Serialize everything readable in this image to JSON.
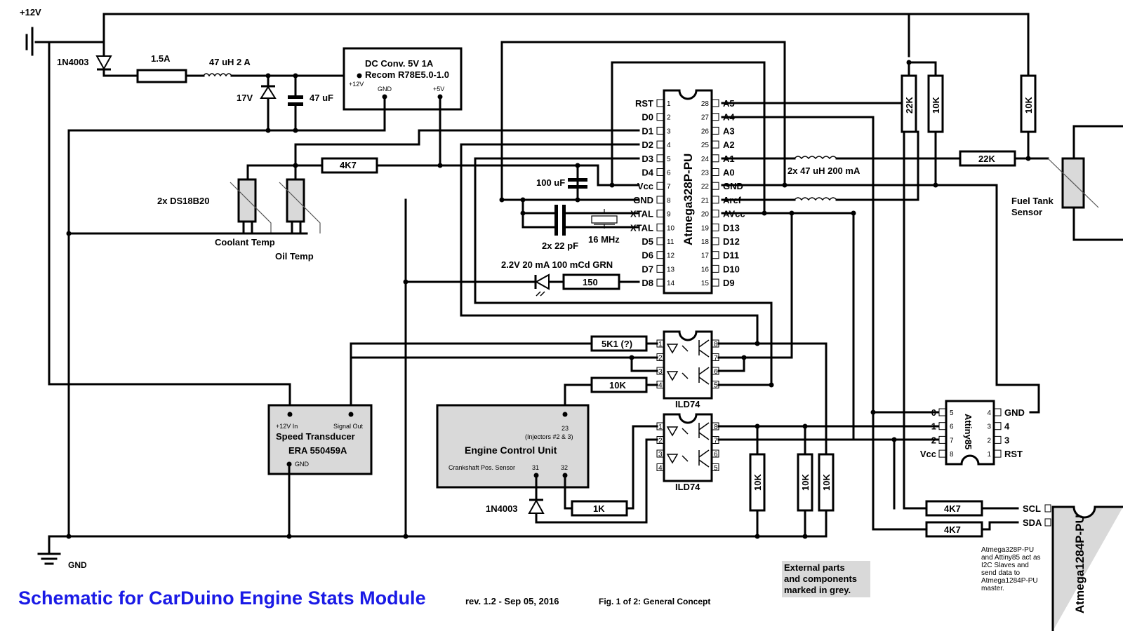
{
  "title": "Schematic for CarDuino Engine Stats Module",
  "revision": "rev. 1.2 - Sep 05, 2016",
  "figure": "Fig. 1 of 2: General Concept",
  "power": {
    "supply": "+12V",
    "ground": "GND",
    "diode": "1N4003",
    "fuse": "1.5A",
    "inductor": "47 uH 2 A",
    "zener": "17V",
    "cap": "47 uF"
  },
  "dc_converter": {
    "line1": "DC Conv. 5V 1A",
    "line2": "Recom R78E5.0-1.0",
    "pin_in": "+12V",
    "pin_gnd": "GND",
    "pin_out": "+5V"
  },
  "sensors": {
    "label": "2x DS18B20",
    "coolant": "Coolant Temp",
    "oil": "Oil Temp",
    "pullup": "4K7"
  },
  "mcu": {
    "name": "Atmega328P-PU",
    "left_pins": [
      {
        "n": "1",
        "l": "RST"
      },
      {
        "n": "2",
        "l": "D0"
      },
      {
        "n": "3",
        "l": "D1"
      },
      {
        "n": "4",
        "l": "D2"
      },
      {
        "n": "5",
        "l": "D3"
      },
      {
        "n": "6",
        "l": "D4"
      },
      {
        "n": "7",
        "l": "Vcc"
      },
      {
        "n": "8",
        "l": "GND"
      },
      {
        "n": "9",
        "l": "XTAL"
      },
      {
        "n": "10",
        "l": "XTAL"
      },
      {
        "n": "11",
        "l": "D5"
      },
      {
        "n": "12",
        "l": "D6"
      },
      {
        "n": "13",
        "l": "D7"
      },
      {
        "n": "14",
        "l": "D8"
      }
    ],
    "right_pins": [
      {
        "n": "28",
        "l": "A5"
      },
      {
        "n": "27",
        "l": "A4"
      },
      {
        "n": "26",
        "l": "A3"
      },
      {
        "n": "25",
        "l": "A2"
      },
      {
        "n": "24",
        "l": "A1"
      },
      {
        "n": "23",
        "l": "A0"
      },
      {
        "n": "22",
        "l": "GND"
      },
      {
        "n": "21",
        "l": "Aref"
      },
      {
        "n": "20",
        "l": "AVcc"
      },
      {
        "n": "19",
        "l": "D13"
      },
      {
        "n": "18",
        "l": "D12"
      },
      {
        "n": "17",
        "l": "D11"
      },
      {
        "n": "16",
        "l": "D10"
      },
      {
        "n": "15",
        "l": "D9"
      }
    ]
  },
  "passives": {
    "cap_100uf": "100 uF",
    "caps_22pf": "2x 22 pF",
    "crystal": "16 MHz",
    "led": "2.2V 20 mA 100 mCd GRN",
    "led_res": "150",
    "inductors": "2x 47 uH 200 mA",
    "r22k_a": "22K",
    "r10k_a": "10K",
    "r10k_b": "10K",
    "r22k_b": "22K",
    "fuel": "Fuel Tank\nSensor",
    "r5k1": "5K1 (?)",
    "r10k_c": "10K",
    "r1k": "1K",
    "diode2": "1N4003",
    "r10k_d": "10K",
    "r10k_e": "10K",
    "r10k_f": "10K",
    "r4k7_scl": "4K7",
    "r4k7_sda": "4K7"
  },
  "opto": {
    "name": "ILD74",
    "pins_left": [
      "1",
      "2",
      "3",
      "4"
    ],
    "pins_right": [
      "8",
      "7",
      "6",
      "5"
    ]
  },
  "speed": {
    "pin_in": "+12V In",
    "pin_sig": "Signal Out",
    "name": "Speed Transducer",
    "model": "ERA 550459A",
    "pin_gnd": "GND"
  },
  "ecu": {
    "pin23": "23",
    "pin23_desc": "(Injectors #2 & 3)",
    "name": "Engine Control Unit",
    "crank": "Crankshaft Pos. Sensor",
    "pin31": "31",
    "pin32": "32"
  },
  "attiny": {
    "name": "Attiny85",
    "left_pins": [
      {
        "n": "5",
        "l": "0"
      },
      {
        "n": "6",
        "l": "1"
      },
      {
        "n": "7",
        "l": "2"
      },
      {
        "n": "8",
        "l": "Vcc"
      }
    ],
    "right_pins": [
      {
        "n": "4",
        "l": "GND"
      },
      {
        "n": "3",
        "l": "4"
      },
      {
        "n": "2",
        "l": "3"
      },
      {
        "n": "1",
        "l": "RST"
      }
    ]
  },
  "master": {
    "name": "Atmega1284P-PU",
    "scl": "SCL",
    "sda": "SDA"
  },
  "notes": {
    "grey": "External parts\nand components\nmarked in grey.",
    "i2c": "Atmega328P-PU\nand Attiny85 act as\nI2C Slaves and\n send data to\nAtmega1284P-PU\nmaster."
  }
}
